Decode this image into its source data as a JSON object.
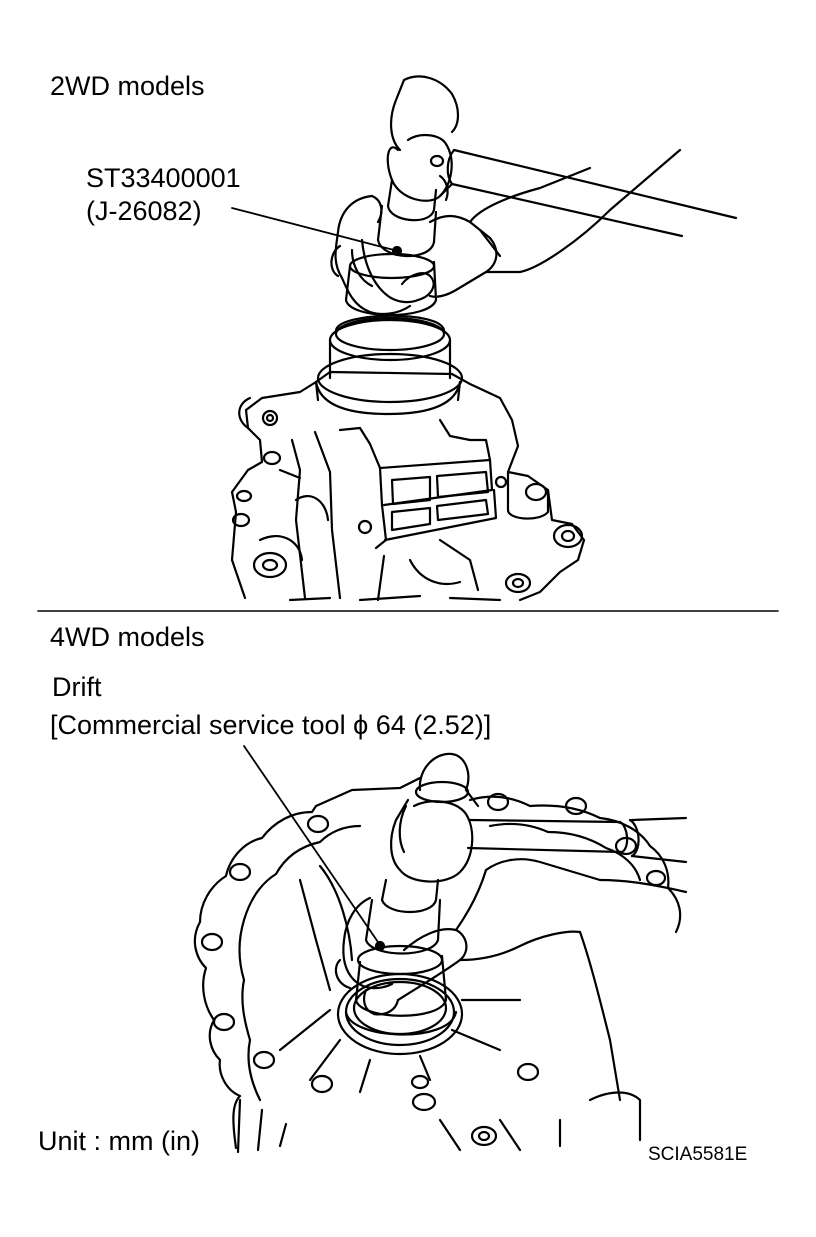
{
  "top_panel": {
    "heading": "2WD models",
    "tool_number": "ST33400001",
    "tool_alt_number": "(J-26082)"
  },
  "bottom_panel": {
    "heading": "4WD models",
    "tool_name": "Drift",
    "tool_spec": "[Commercial service tool ϕ 64 (2.52)]"
  },
  "footer": {
    "unit_note": "Unit : mm (in)",
    "figure_code": "SCIA5581E"
  },
  "colors": {
    "ink": "#000000",
    "paper": "#ffffff"
  },
  "icons": {
    "hammer": "hammer-icon",
    "hand": "hand-icon",
    "drift": "drift-tool-icon"
  }
}
